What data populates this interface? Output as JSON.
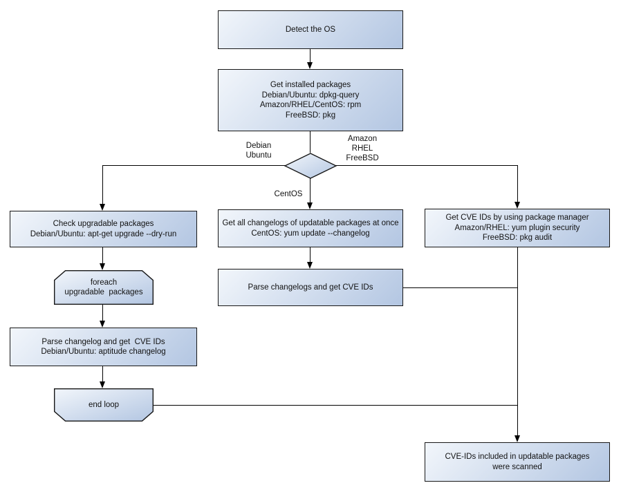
{
  "colors": {
    "background": "#ffffff",
    "node_fill_light": "#f2f6fb",
    "node_fill_dark": "#b3c6e2",
    "node_border": "#161616",
    "connector": "#000000",
    "text": "#111111"
  },
  "nodes": {
    "detect_os": {
      "lines": [
        "Detect the OS"
      ]
    },
    "get_installed_packages": {
      "lines": [
        "Get installed packages",
        "Debian/Ubuntu: dpkg-query",
        "Amazon/RHEL/CentOS: rpm",
        "FreeBSD: pkg"
      ]
    },
    "check_upgradable": {
      "lines": [
        "Check upgradable packages",
        "Debian/Ubuntu: apt-get upgrade --dry-run"
      ]
    },
    "foreach_loop": {
      "lines": [
        "foreach",
        "upgradable  packages"
      ]
    },
    "parse_changelog_deb": {
      "lines": [
        "Parse changelog and get  CVE IDs",
        "Debian/Ubuntu: aptitude changelog"
      ]
    },
    "end_loop": {
      "lines": [
        "end loop"
      ]
    },
    "get_all_changelogs": {
      "lines": [
        "Get all changelogs of updatable packages at once",
        "CentOS: yum update --changelog"
      ]
    },
    "parse_changelogs": {
      "lines": [
        "Parse changelogs and get CVE IDs"
      ]
    },
    "get_cve_ids": {
      "lines": [
        "Get CVE IDs by using package manager",
        "Amazon/RHEL: yum plugin security",
        "FreeBSD: pkg audit"
      ]
    },
    "scanned_result": {
      "lines": [
        "CVE-IDs included in updatable packages",
        "were scanned"
      ]
    }
  },
  "edge_labels": {
    "left_branch": [
      "Debian",
      "Ubuntu"
    ],
    "right_branch": [
      "Amazon",
      "RHEL",
      "FreeBSD"
    ],
    "down_branch": "CentOS"
  }
}
